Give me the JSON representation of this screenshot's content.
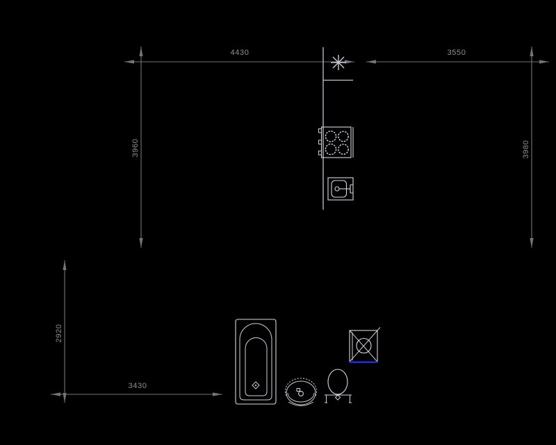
{
  "drawing": {
    "type": "floor-plan",
    "colors": {
      "background": "#000000",
      "dimension_gray": "#757575",
      "label_gray": "#8f8f8f",
      "fixture_light": "#d8d8e4",
      "wall_light": "#c4c4ce",
      "accent_blue": "#2525e0"
    },
    "dimensions": {
      "top_left": {
        "label": "4430",
        "orientation": "horizontal"
      },
      "top_right": {
        "label": "3550",
        "orientation": "horizontal"
      },
      "left": {
        "label": "3960",
        "orientation": "vertical"
      },
      "right": {
        "label": "3980",
        "orientation": "vertical"
      },
      "bottom_left": {
        "label": "2920",
        "orientation": "vertical"
      },
      "bottom": {
        "label": "3430",
        "orientation": "horizontal"
      }
    },
    "fixtures": {
      "light": "ceiling-light-star-icon",
      "stove": "four-burner-stove-icon",
      "kitchen_sink": "kitchen-sink-faucet-icon",
      "bathtub": "bathtub-icon",
      "washbasin": "washbasin-icon",
      "toilet": "toilet-icon",
      "shower": "shower-crossed-square-icon"
    }
  }
}
